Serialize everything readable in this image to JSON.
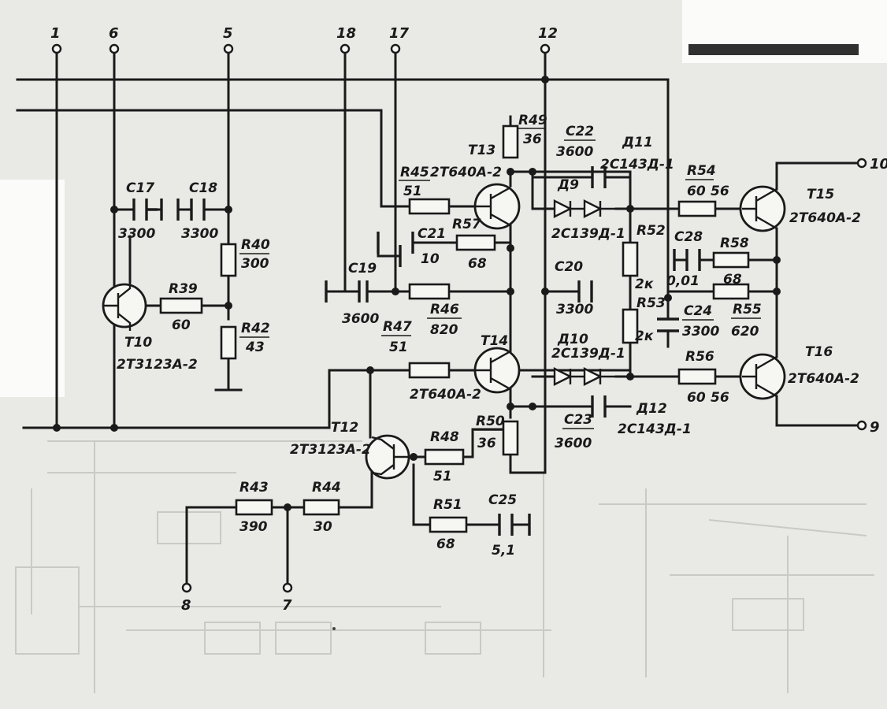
{
  "pins": {
    "p1": "1",
    "p6": "6",
    "p5": "5",
    "p18": "18",
    "p17": "17",
    "p12": "12",
    "p10": "10",
    "p9": "9",
    "p8": "8",
    "p7": "7"
  },
  "transistors": {
    "t10": {
      "name": "T10",
      "type": "2T3123A-2"
    },
    "t12": {
      "name": "T12",
      "type": "2T3123A-2"
    },
    "t13": {
      "name": "T13",
      "type": "2T640A-2"
    },
    "t14": {
      "name": "T14",
      "type": "2T640A-2"
    },
    "t15": {
      "name": "T15",
      "type": "2T640A-2"
    },
    "t16": {
      "name": "T16",
      "type": "2T640A-2"
    }
  },
  "resistors": {
    "r39": {
      "name": "R39",
      "value": "60"
    },
    "r40": {
      "name": "R40",
      "value": "300"
    },
    "r42": {
      "name": "R42",
      "value": "43"
    },
    "r43": {
      "name": "R43",
      "value": "390"
    },
    "r44": {
      "name": "R44",
      "value": "30"
    },
    "r45": {
      "name": "R45",
      "value": "51"
    },
    "r46": {
      "name": "R46",
      "value": "820"
    },
    "r47": {
      "name": "R47",
      "value": "51"
    },
    "r48": {
      "name": "R48",
      "value": "51"
    },
    "r49": {
      "name": "R49",
      "value": "36"
    },
    "r50": {
      "name": "R50",
      "value": "36"
    },
    "r51": {
      "name": "R51",
      "value": "68"
    },
    "r52": {
      "name": "R52",
      "value": "2к"
    },
    "r53": {
      "name": "R53",
      "value": "2к"
    },
    "r54": {
      "name": "R54",
      "value": "60",
      "note": "56"
    },
    "r55": {
      "name": "R55",
      "value": "620"
    },
    "r56": {
      "name": "R56",
      "value": "60",
      "note": "56"
    },
    "r57": {
      "name": "R57",
      "value": "68"
    },
    "r58": {
      "name": "R58",
      "value": "68"
    }
  },
  "capacitors": {
    "c17": {
      "name": "C17",
      "value": "3300"
    },
    "c18": {
      "name": "C18",
      "value": "3300"
    },
    "c19": {
      "name": "C19",
      "value": "3600"
    },
    "c20": {
      "name": "C20",
      "value": "3300"
    },
    "c21": {
      "name": "C21",
      "value": "10"
    },
    "c22": {
      "name": "C22",
      "value": "3600"
    },
    "c23": {
      "name": "C23",
      "value": "3600"
    },
    "c24": {
      "name": "C24",
      "value": "3300"
    },
    "c25": {
      "name": "C25",
      "value": "5,1"
    },
    "c28": {
      "name": "C28",
      "value": "0,01"
    }
  },
  "diodes": {
    "d9": {
      "name": "Д9",
      "type": "2С139Д-1"
    },
    "d10": {
      "name": "Д10",
      "type": "2С139Д-1"
    },
    "d11": {
      "name": "Д11",
      "type": "2С143Д-1"
    },
    "d12": {
      "name": "Д12",
      "type": "2С143Д-1"
    }
  }
}
